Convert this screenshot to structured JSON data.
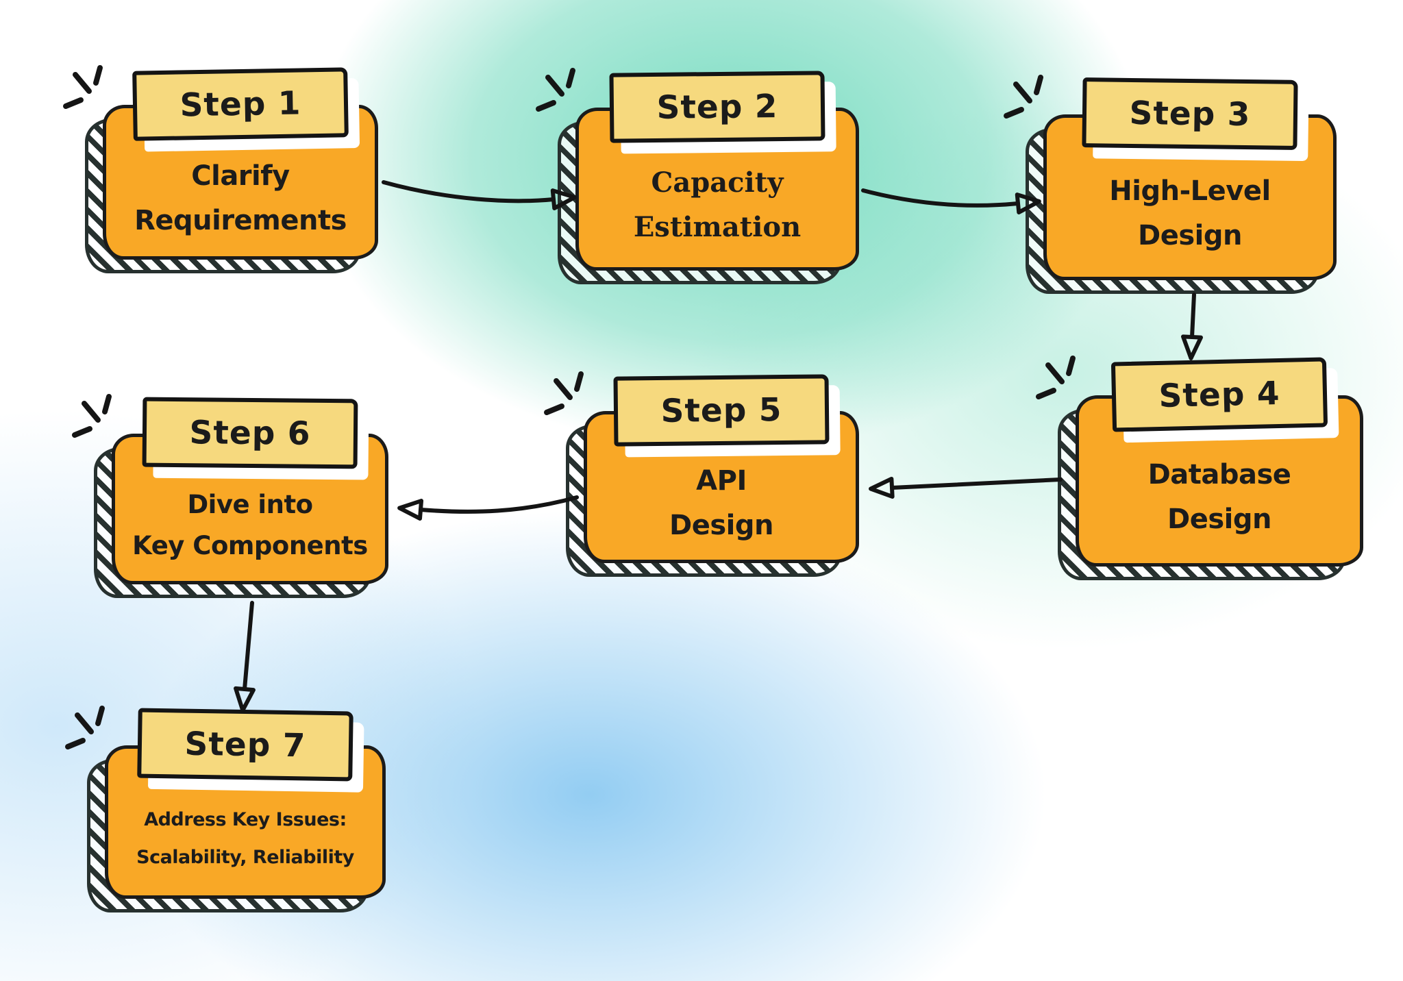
{
  "diagram": {
    "steps": [
      {
        "id": "step-1",
        "header": "Step 1",
        "lines": [
          "Clarify",
          "Requirements"
        ]
      },
      {
        "id": "step-2",
        "header": "Step 2",
        "lines": [
          "Capacity",
          "Estimation"
        ]
      },
      {
        "id": "step-3",
        "header": "Step 3",
        "lines": [
          "High-Level",
          "Design"
        ]
      },
      {
        "id": "step-4",
        "header": "Step 4",
        "lines": [
          "Database",
          "Design"
        ]
      },
      {
        "id": "step-5",
        "header": "Step 5",
        "lines": [
          "API",
          "Design"
        ]
      },
      {
        "id": "step-6",
        "header": "Step 6",
        "lines": [
          "Dive into",
          "Key Components"
        ]
      },
      {
        "id": "step-7",
        "header": "Step 7",
        "lines": [
          "Address Key Issues:",
          "Scalability, Reliability"
        ]
      }
    ],
    "flow": [
      {
        "from": "step-1",
        "to": "step-2"
      },
      {
        "from": "step-2",
        "to": "step-3"
      },
      {
        "from": "step-3",
        "to": "step-4"
      },
      {
        "from": "step-4",
        "to": "step-5"
      },
      {
        "from": "step-5",
        "to": "step-6"
      },
      {
        "from": "step-6",
        "to": "step-7"
      }
    ],
    "icons": {
      "sparkle": "hand-drawn three-stroke emphasis burst at top-left of each card",
      "arrowhead": "open white triangle outline"
    },
    "colors": {
      "card_fill": "#F9A826",
      "header_fill": "#F6D97E",
      "outline": "#1B1B1B",
      "hatch_shadow": "#27312F",
      "header_offset_shadow": "#FFFFFF",
      "bg_teal": "#6ED9BC",
      "bg_mint": "#91E3CA",
      "bg_blue": "#80C4F0",
      "bg_base": "#FFFFFF"
    }
  }
}
